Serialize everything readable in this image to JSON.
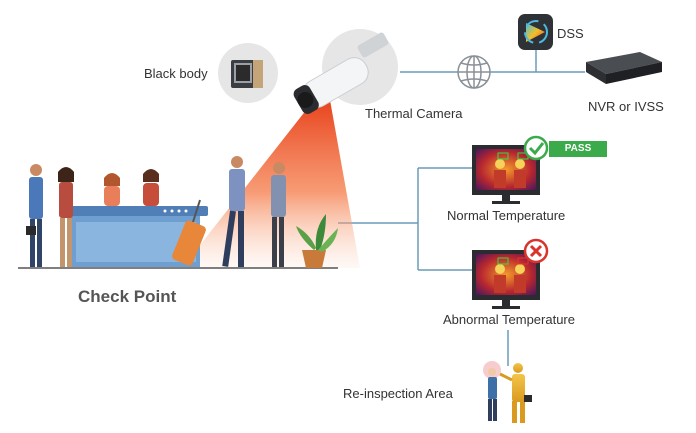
{
  "labels": {
    "black_body": "Black body",
    "thermal_camera": "Thermal Camera",
    "dss": "DSS",
    "nvr": "NVR or IVSS",
    "normal_temperature": "Normal Temperature",
    "abnormal_temperature": "Abnormal Temperature",
    "re_inspection_area": "Re-inspection Area",
    "check_point": "Check Point",
    "pass_badge": "PASS"
  },
  "colors": {
    "connector_line": "#6a9ab8",
    "pass_green": "#3aaa4a",
    "fail_red": "#d9342b",
    "beam_orange": "#f05a28",
    "counter_blue": "#6f9fd0",
    "label_text": "#333333"
  },
  "icons": [
    "network-globe-icon",
    "pass-check-icon",
    "fail-cross-icon",
    "dss-logo-icon"
  ]
}
